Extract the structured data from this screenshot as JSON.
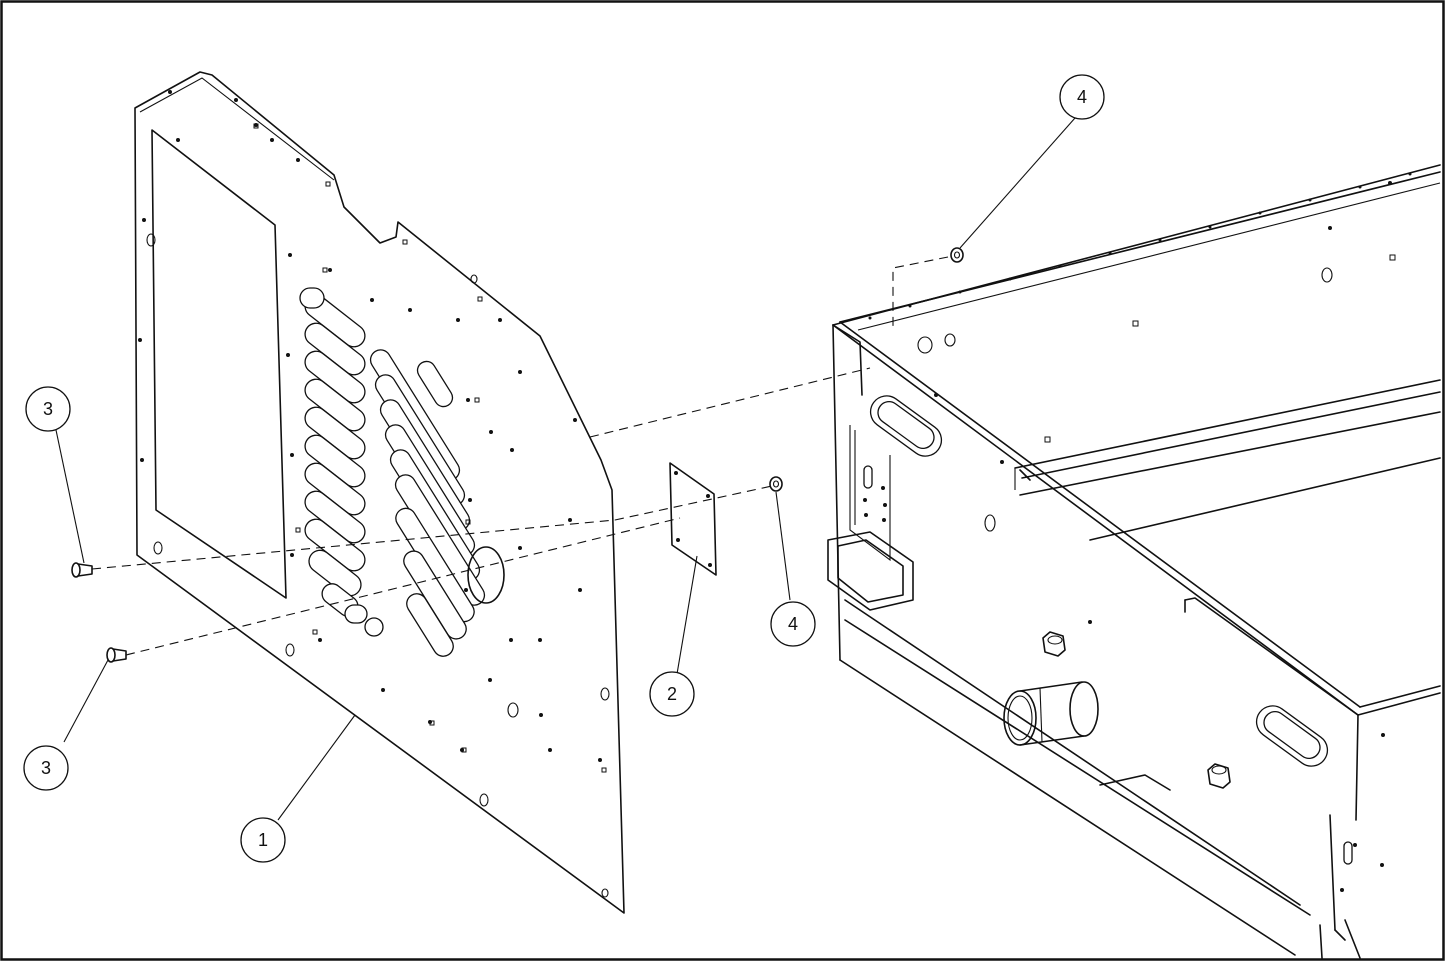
{
  "callouts": [
    {
      "id": "callout-1",
      "label": "1"
    },
    {
      "id": "callout-2",
      "label": "2"
    },
    {
      "id": "callout-3a",
      "label": "3"
    },
    {
      "id": "callout-3b",
      "label": "3"
    },
    {
      "id": "callout-4a",
      "label": "4"
    },
    {
      "id": "callout-4b",
      "label": "4"
    }
  ]
}
